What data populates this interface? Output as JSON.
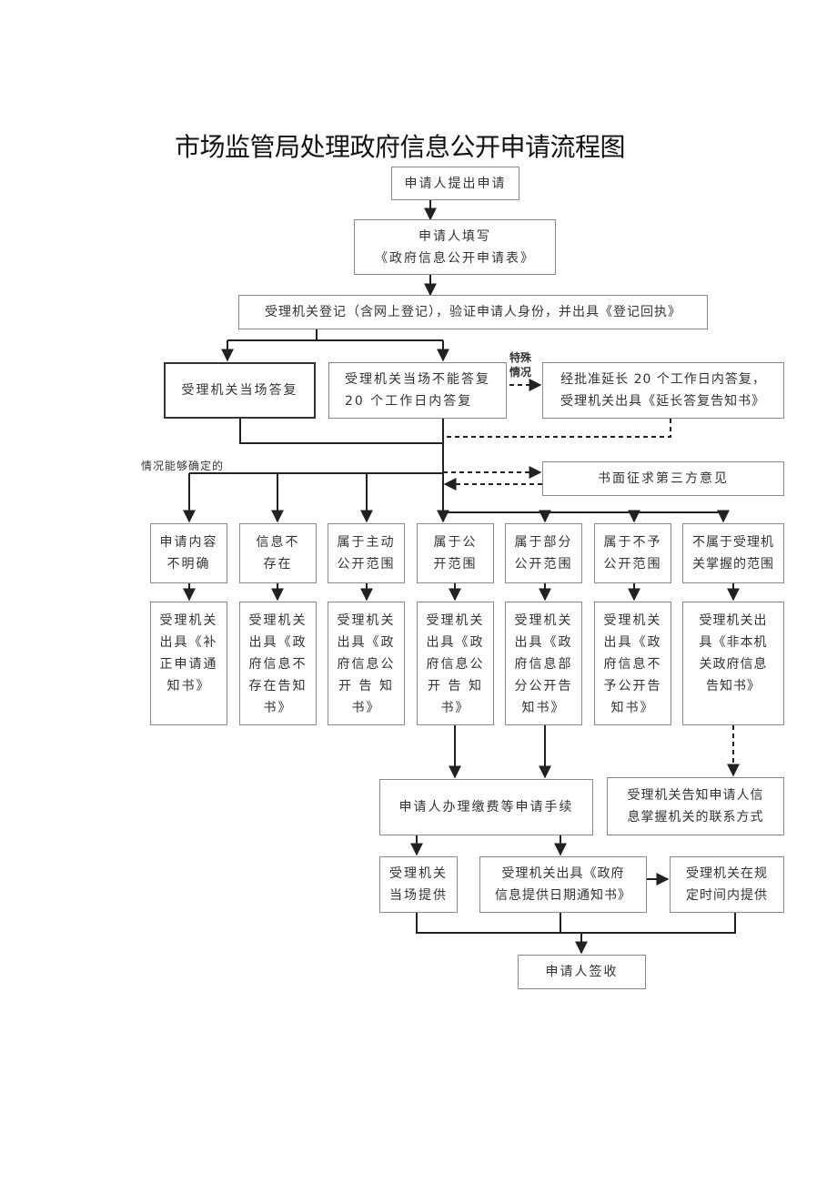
{
  "title": "市场监管局处理政府信息公开申请流程图",
  "nodes": {
    "submit": "申请人提出申请",
    "fill": "申请人填写\n《政府信息公开申请表》",
    "register": "受理机关登记（含网上登记），验证申请人身份，并出具《登记回执》",
    "answer_on_site": "受理机关当场答复",
    "cannot_answer": "受理机关当场不能答复\n20 个工作日内答复",
    "extend": "经批准延长 20 个工作日内答复，\n受理机关出具《延长答复告知书》",
    "third_party": "书面征求第三方意见",
    "cat1": "申请内容\n不明确",
    "cat2": "信息不\n存在",
    "cat3": "属于主动\n公开范围",
    "cat4": "属于公\n开范围",
    "cat5": "属于部分\n公开范围",
    "cat6": "属于不予\n公开范围",
    "cat7": "不属于受理机\n关掌握的范围",
    "notice1": "受理机关\n出具《补\n正申请通\n知书》",
    "notice2": "受理机关\n出具《政\n府信息不\n存在告知\n书》",
    "notice3": "受理机关\n出具《政\n府信息公\n开 告 知\n书》",
    "notice4": "受理机关\n出具《政\n府信息公\n开 告 知\n书》",
    "notice5": "受理机关\n出具《政\n府信息部\n分公开告\n知书》",
    "notice6": "受理机关\n出具《政\n府信息不\n予公开告\n知书》",
    "notice7": "受理机关出\n具《非本机\n关政府信息\n告知书》",
    "fees": "申请人办理缴费等申请手续",
    "inform_contact": "受理机关告知申请人信\n息掌握机关的联系方式",
    "provide_now": "受理机关\n当场提供",
    "date_notice": "受理机关出具《政府\n信息提供日期通知书》",
    "provide_later": "受理机关在规\n定时间内提供",
    "sign": "申请人签收"
  },
  "labels": {
    "special": "特殊\n情况",
    "determinable": "情况能够确定的"
  }
}
